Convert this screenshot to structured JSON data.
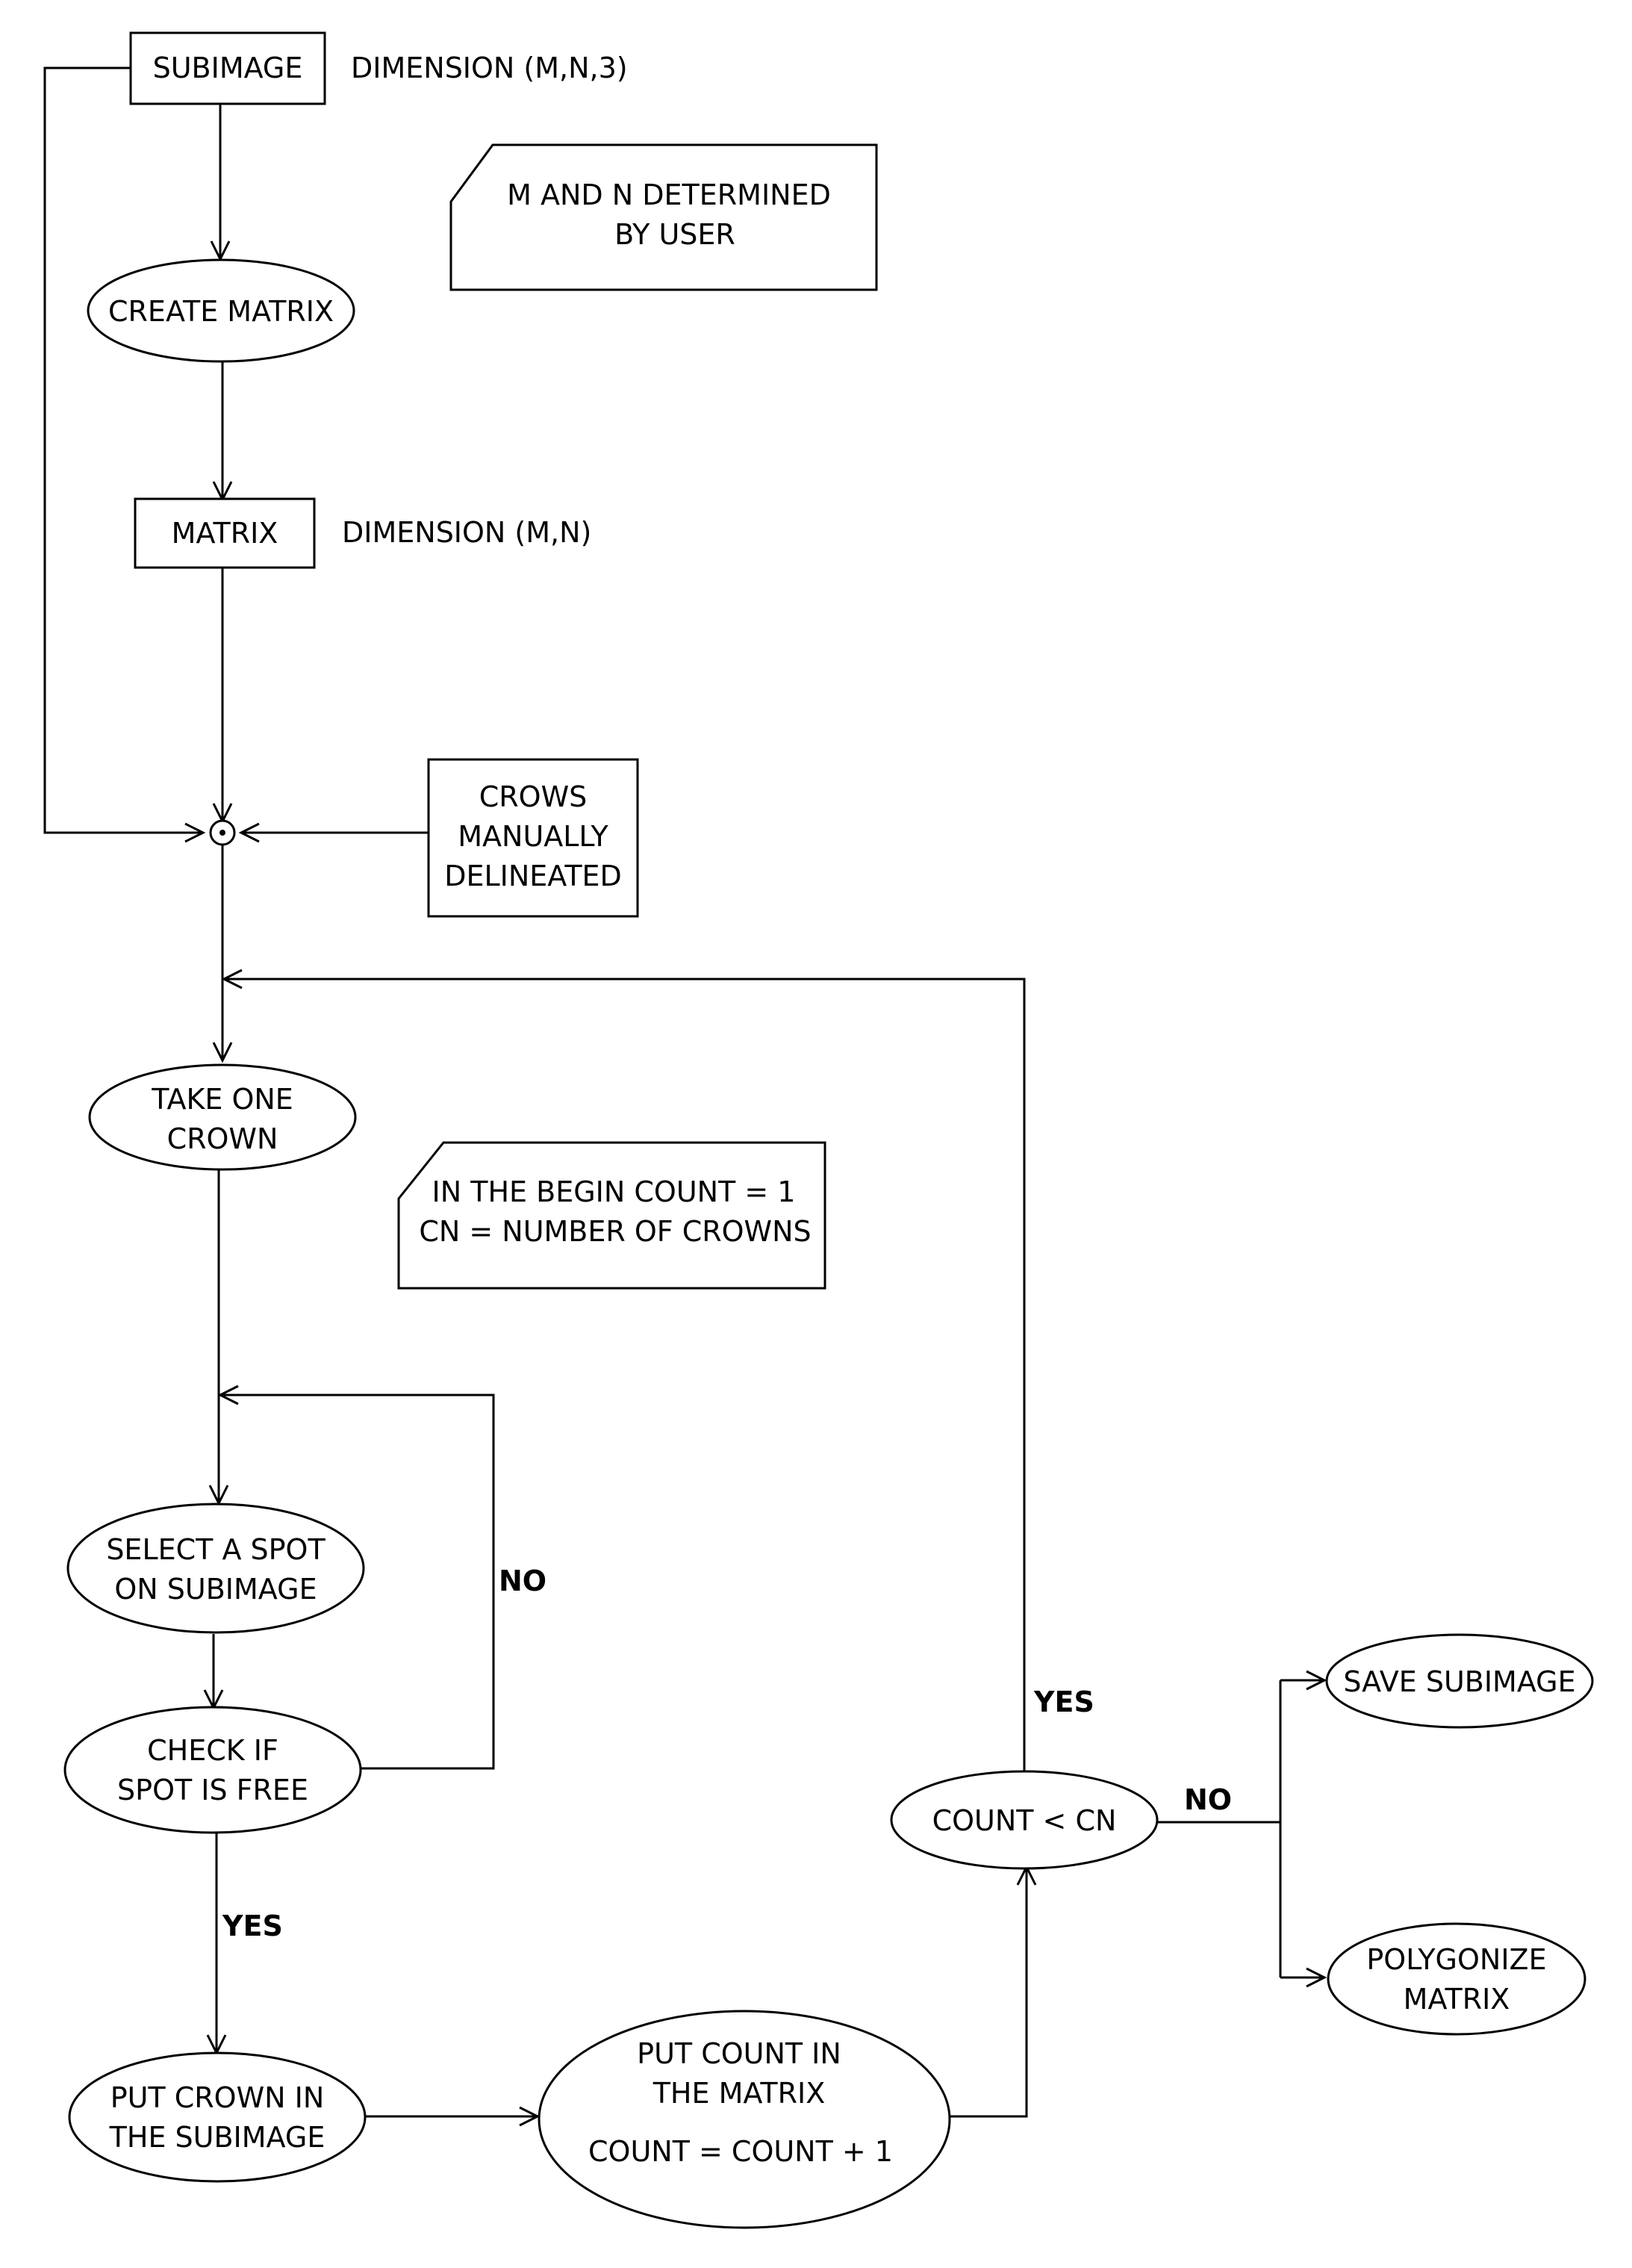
{
  "nodes": {
    "subimage": {
      "lines": [
        "SUBIMAGE"
      ]
    },
    "create_matrix": {
      "lines": [
        "CREATE MATRIX"
      ]
    },
    "matrix": {
      "lines": [
        "MATRIX"
      ]
    },
    "crows_manually": {
      "lines": [
        "CROWS",
        "MANUALLY",
        "DELINEATED"
      ]
    },
    "take_one_crown": {
      "lines": [
        "TAKE ONE",
        "CROWN"
      ]
    },
    "select_spot": {
      "lines": [
        "SELECT A SPOT",
        "ON SUBIMAGE"
      ]
    },
    "check_spot": {
      "lines": [
        "CHECK IF",
        "SPOT IS FREE"
      ]
    },
    "put_crown": {
      "lines": [
        "PUT CROWN IN",
        "THE SUBIMAGE"
      ]
    },
    "put_count": {
      "lines": [
        "PUT COUNT IN",
        "THE MATRIX",
        "COUNT = COUNT + 1"
      ]
    },
    "count_check": {
      "lines": [
        "COUNT < CN"
      ]
    },
    "save_subimage": {
      "lines": [
        "SAVE SUBIMAGE"
      ]
    },
    "polygonize": {
      "lines": [
        "POLYGONIZE",
        "MATRIX"
      ]
    }
  },
  "annotations": {
    "dim_subimage": "DIMENSION (M,N,3)",
    "dim_matrix": "DIMENSION (M,N)",
    "note_mn": [
      "M AND N DETERMINED",
      "BY USER"
    ],
    "note_count": [
      "IN THE BEGIN COUNT = 1",
      "CN = NUMBER OF CROWNS"
    ]
  },
  "edge_labels": {
    "check_no": "NO",
    "check_yes": "YES",
    "count_yes": "YES",
    "count_no": "NO"
  }
}
